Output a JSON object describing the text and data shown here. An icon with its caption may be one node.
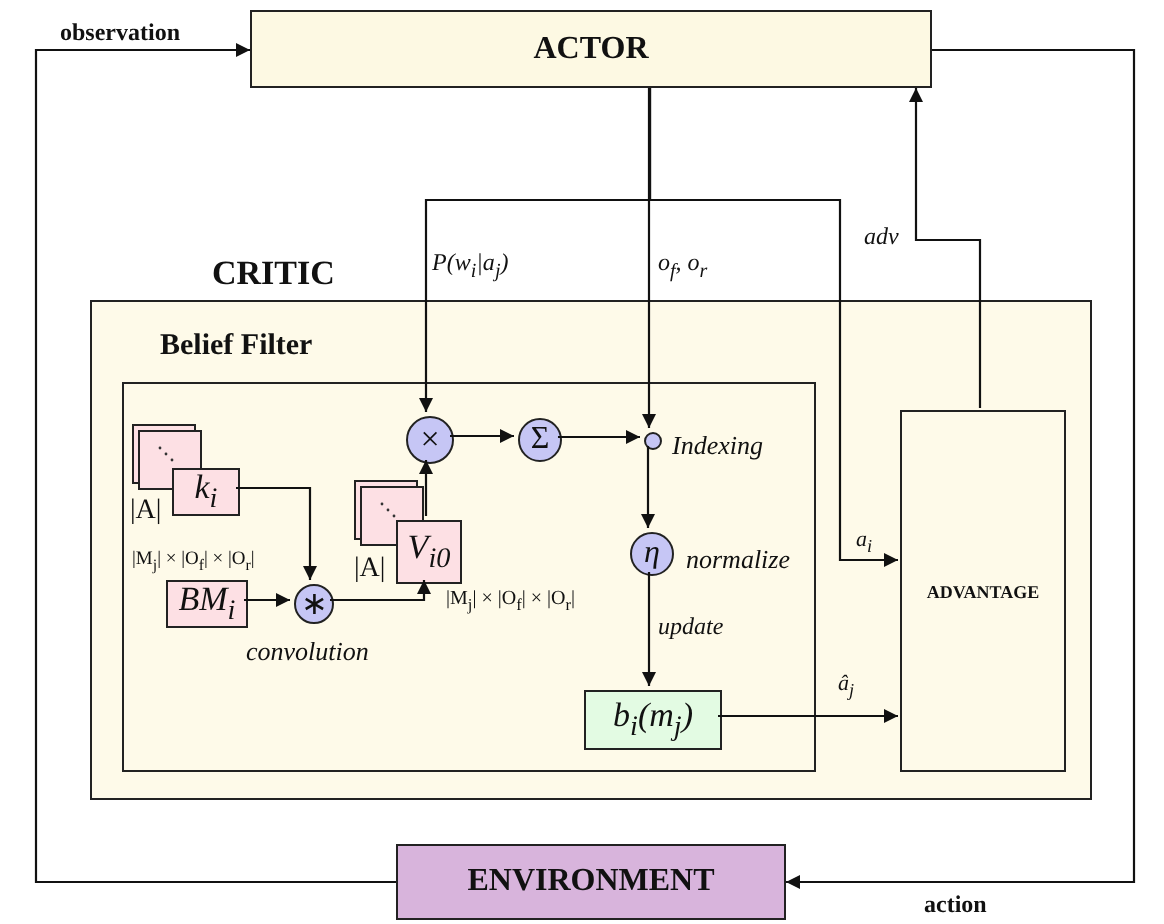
{
  "diagram": {
    "nodes": [
      {
        "text": [
          "ACTOR"
        ]
      },
      {
        "text": [
          "CRITIC"
        ]
      },
      {
        "text": [
          "Belief Filter"
        ],
        "in": 1
      },
      {
        "text": [
          "k$_{i}$"
        ],
        "in": 2,
        "beside": [
          "|A|"
        ]
      },
      {
        "text": [
          "BM$_{i}$"
        ],
        "in": 2,
        "beside": [
          "|M$_{j}$| × |O$_{f}$| × |O$_{r}$|"
        ]
      },
      {
        "text": [
          "∗"
        ],
        "in": 2,
        "beside": [
          "convolution"
        ]
      },
      {
        "text": [
          "V$_{i0}$"
        ],
        "in": 2,
        "beside": [
          "|A|",
          "|M$_{j}$| × |O$_{f}$| × |O$_{r}$|"
        ]
      },
      {
        "text": [
          "×"
        ],
        "in": 2
      },
      {
        "text": [
          "Σ"
        ],
        "in": 2
      },
      {
        "text": [],
        "shape": "circle",
        "in": 2,
        "beside": [
          "Indexing"
        ]
      },
      {
        "text": [
          "η"
        ],
        "in": 2,
        "beside": [
          "normalize"
        ]
      },
      {
        "text": [
          "b$_{i}$(m$_{j}$)"
        ],
        "in": 2
      },
      {
        "text": [
          "ADVANTAGE"
        ],
        "in": 1
      },
      {
        "text": [
          "ENVIRONMENT"
        ]
      }
    ],
    "edges": [
      {
        "from": 0,
        "to": 7,
        "arrow": "to",
        "label": "P(w$_{i}$|a$_{j}$)"
      },
      {
        "from": 0,
        "to": 9,
        "arrow": "to",
        "label": "o$_{f}$, o$_{r}$"
      },
      {
        "from": 0,
        "to": 12,
        "arrow": "to",
        "label": "a$_{i}$"
      },
      {
        "from": 12,
        "to": 0,
        "arrow": "to",
        "label": "adv"
      },
      {
        "from": 0,
        "to": 13,
        "arrow": "to",
        "label": "action"
      },
      {
        "from": 13,
        "to": 0,
        "arrow": "to",
        "label": "observation"
      },
      {
        "from": 3,
        "to": 5,
        "arrow": "to"
      },
      {
        "from": 4,
        "to": 5,
        "arrow": "to"
      },
      {
        "from": 5,
        "to": 6,
        "arrow": "to"
      },
      {
        "from": 6,
        "to": 7,
        "arrow": "to"
      },
      {
        "from": 7,
        "to": 8,
        "arrow": "to"
      },
      {
        "from": 8,
        "to": 9,
        "arrow": "to"
      },
      {
        "from": 9,
        "to": 10,
        "arrow": "to"
      },
      {
        "from": 10,
        "to": 11,
        "arrow": "to",
        "label": "update"
      },
      {
        "from": 11,
        "to": 12,
        "arrow": "to",
        "label": "â$_{j}$"
      }
    ]
  }
}
